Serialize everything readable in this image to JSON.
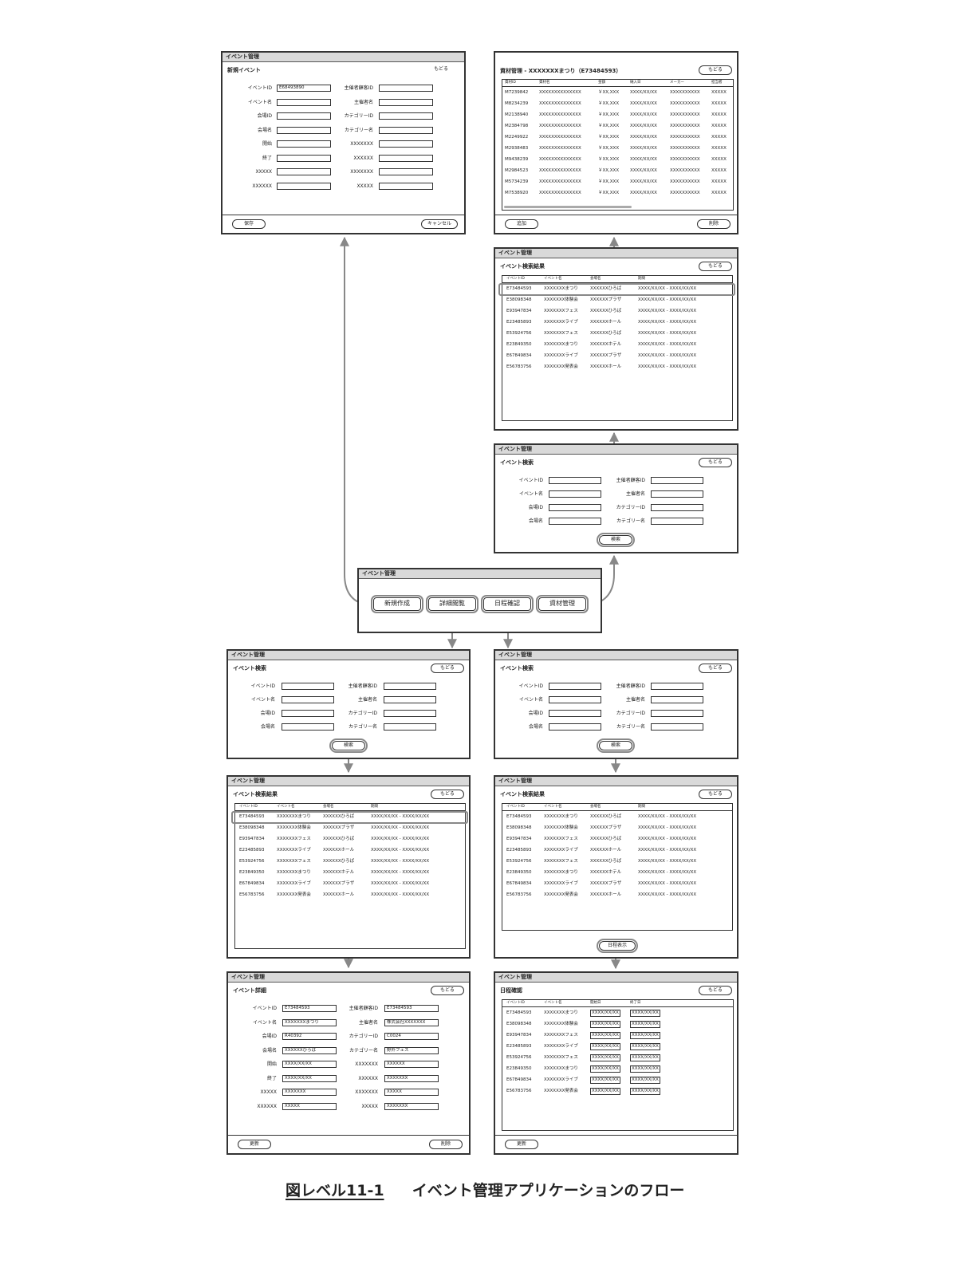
{
  "app_title": "イベント管理",
  "back_label": "もどる",
  "search_label": "検索",
  "new_event": {
    "heading": "新規イベント",
    "back_label": "もどる",
    "left_fields": [
      {
        "label": "イベントID",
        "value": "E68493890"
      },
      {
        "label": "イベント名",
        "value": ""
      },
      {
        "label": "会場ID",
        "value": ""
      },
      {
        "label": "会場名",
        "value": ""
      },
      {
        "label": "開始",
        "value": ""
      },
      {
        "label": "終了",
        "value": ""
      },
      {
        "label": "XXXXX",
        "value": ""
      },
      {
        "label": "XXXXXX",
        "value": ""
      }
    ],
    "right_fields": [
      {
        "label": "主催者顧客ID",
        "value": ""
      },
      {
        "label": "主催者名",
        "value": ""
      },
      {
        "label": "カテゴリーID",
        "value": ""
      },
      {
        "label": "カテゴリー名",
        "value": ""
      },
      {
        "label": "XXXXXXX",
        "value": ""
      },
      {
        "label": "XXXXXX",
        "value": ""
      },
      {
        "label": "XXXXXXX",
        "value": ""
      },
      {
        "label": "XXXXX",
        "value": ""
      }
    ],
    "save_label": "保存",
    "cancel_label": "キャンセル"
  },
  "materials": {
    "heading": "資材管理 - XXXXXXXまつり（E73484593）",
    "back_label": "もどる",
    "columns": [
      "資材ID",
      "資材名",
      "金額",
      "納入日",
      "メーカー",
      "担当者"
    ],
    "rows": [
      [
        "M7239842",
        "XXXXXXXXXXXXXX",
        "￥XX,XXX",
        "XXXX/XX/XX",
        "XXXXXXXXXX",
        "XXXXX"
      ],
      [
        "M8234239",
        "XXXXXXXXXXXXXX",
        "￥XX,XXX",
        "XXXX/XX/XX",
        "XXXXXXXXXX",
        "XXXXX"
      ],
      [
        "M2138940",
        "XXXXXXXXXXXXXX",
        "￥XX,XXX",
        "XXXX/XX/XX",
        "XXXXXXXXXX",
        "XXXXX"
      ],
      [
        "M2384798",
        "XXXXXXXXXXXXXX",
        "￥XX,XXX",
        "XXXX/XX/XX",
        "XXXXXXXXXX",
        "XXXXX"
      ],
      [
        "M2249922",
        "XXXXXXXXXXXXXX",
        "￥XX,XXX",
        "XXXX/XX/XX",
        "XXXXXXXXXX",
        "XXXXX"
      ],
      [
        "M2938483",
        "XXXXXXXXXXXXXX",
        "￥XX,XXX",
        "XXXX/XX/XX",
        "XXXXXXXXXX",
        "XXXXX"
      ],
      [
        "M9438239",
        "XXXXXXXXXXXXXX",
        "￥XX,XXX",
        "XXXX/XX/XX",
        "XXXXXXXXXX",
        "XXXXX"
      ],
      [
        "M2984523",
        "XXXXXXXXXXXXXX",
        "￥XX,XXX",
        "XXXX/XX/XX",
        "XXXXXXXXXX",
        "XXXXX"
      ],
      [
        "M5734239",
        "XXXXXXXXXXXXXX",
        "￥XX,XXX",
        "XXXX/XX/XX",
        "XXXXXXXXXX",
        "XXXXX"
      ],
      [
        "M7538920",
        "XXXXXXXXXXXXXX",
        "￥XX,XXX",
        "XXXX/XX/XX",
        "XXXXXXXXXX",
        "XXXXX"
      ]
    ],
    "add_label": "追加",
    "delete_label": "削除"
  },
  "search_form": {
    "heading": "イベント検索",
    "left_labels": [
      "イベントID",
      "イベント名",
      "会場ID",
      "会場名"
    ],
    "right_labels": [
      "主催者顧客ID",
      "主催者名",
      "カテゴリーID",
      "カテゴリー名"
    ]
  },
  "results": {
    "heading": "イベント検索結果",
    "columns": [
      "イベントID",
      "イベント名",
      "会場名",
      "期間"
    ],
    "rows": [
      [
        "E73484593",
        "XXXXXXXまつり",
        "XXXXXXひろば",
        "XXXX/XX/XX - XXXX/XX/XX"
      ],
      [
        "E38098348",
        "XXXXXXX体験会",
        "XXXXXXプラザ",
        "XXXX/XX/XX - XXXX/XX/XX"
      ],
      [
        "E93947834",
        "XXXXXXXフェス",
        "XXXXXXひろば",
        "XXXX/XX/XX - XXXX/XX/XX"
      ],
      [
        "E23485893",
        "XXXXXXXライブ",
        "XXXXXXホール",
        "XXXX/XX/XX - XXXX/XX/XX"
      ],
      [
        "E53924756",
        "XXXXXXXフェス",
        "XXXXXXひろば",
        "XXXX/XX/XX - XXXX/XX/XX"
      ],
      [
        "E23849350",
        "XXXXXXXまつり",
        "XXXXXXホテル",
        "XXXX/XX/XX - XXXX/XX/XX"
      ],
      [
        "E67849834",
        "XXXXXXXライブ",
        "XXXXXXプラザ",
        "XXXX/XX/XX - XXXX/XX/XX"
      ],
      [
        "E56783756",
        "XXXXXXX発表会",
        "XXXXXXホール",
        "XXXX/XX/XX - XXXX/XX/XX"
      ]
    ],
    "schedule_button": "日程表示"
  },
  "main_menu": {
    "title": "イベント管理",
    "buttons": [
      "新規作成",
      "詳細閲覧",
      "日程確認",
      "資材管理"
    ]
  },
  "detail": {
    "heading": "イベント詳細",
    "left_fields": [
      {
        "label": "イベントID",
        "value": "E73484593"
      },
      {
        "label": "イベント名",
        "value": "XXXXXXXまつり"
      },
      {
        "label": "会場ID",
        "value": "R40392"
      },
      {
        "label": "会場名",
        "value": "XXXXXXひろば"
      },
      {
        "label": "開始",
        "value": "XXXX/XX/XX"
      },
      {
        "label": "終了",
        "value": "XXXX/XX/XX"
      },
      {
        "label": "XXXXX",
        "value": "XXXXXXX"
      },
      {
        "label": "XXXXXX",
        "value": "XXXXX"
      }
    ],
    "right_fields": [
      {
        "label": "主催者顧客ID",
        "value": "E73484593"
      },
      {
        "label": "主催者名",
        "value": "株式会社XXXXXXX"
      },
      {
        "label": "カテゴリーID",
        "value": "C0024"
      },
      {
        "label": "カテゴリー名",
        "value": "野外フェス"
      },
      {
        "label": "XXXXXXX",
        "value": "XXXXXX"
      },
      {
        "label": "XXXXXX",
        "value": "XXXXXXX"
      },
      {
        "label": "XXXXXXX",
        "value": "XXXXX"
      },
      {
        "label": "XXXXX",
        "value": "XXXXXXX"
      }
    ],
    "update_label": "更新",
    "delete_label": "削除"
  },
  "schedule": {
    "heading": "日程確認",
    "columns": [
      "イベントID",
      "イベント名",
      "開始日",
      "終了日"
    ],
    "rows": [
      [
        "E73484593",
        "XXXXXXXまつり",
        "XXXX/XX/XX",
        "XXXX/XX/XX"
      ],
      [
        "E38098348",
        "XXXXXXX体験会",
        "XXXX/XX/XX",
        "XXXX/XX/XX"
      ],
      [
        "E93947834",
        "XXXXXXXフェス",
        "XXXX/XX/XX",
        "XXXX/XX/XX"
      ],
      [
        "E23485893",
        "XXXXXXXライブ",
        "XXXX/XX/XX",
        "XXXX/XX/XX"
      ],
      [
        "E53924756",
        "XXXXXXXフェス",
        "XXXX/XX/XX",
        "XXXX/XX/XX"
      ],
      [
        "E23849350",
        "XXXXXXXまつり",
        "XXXX/XX/XX",
        "XXXX/XX/XX"
      ],
      [
        "E67849834",
        "XXXXXXXライブ",
        "XXXX/XX/XX",
        "XXXX/XX/XX"
      ],
      [
        "E56783756",
        "XXXXXXX発表会",
        "XXXX/XX/XX",
        "XXXX/XX/XX"
      ]
    ],
    "update_label": "更新"
  },
  "caption": {
    "figure_label": "図レベル11-1",
    "title": "イベント管理アプリケーションのフロー"
  }
}
